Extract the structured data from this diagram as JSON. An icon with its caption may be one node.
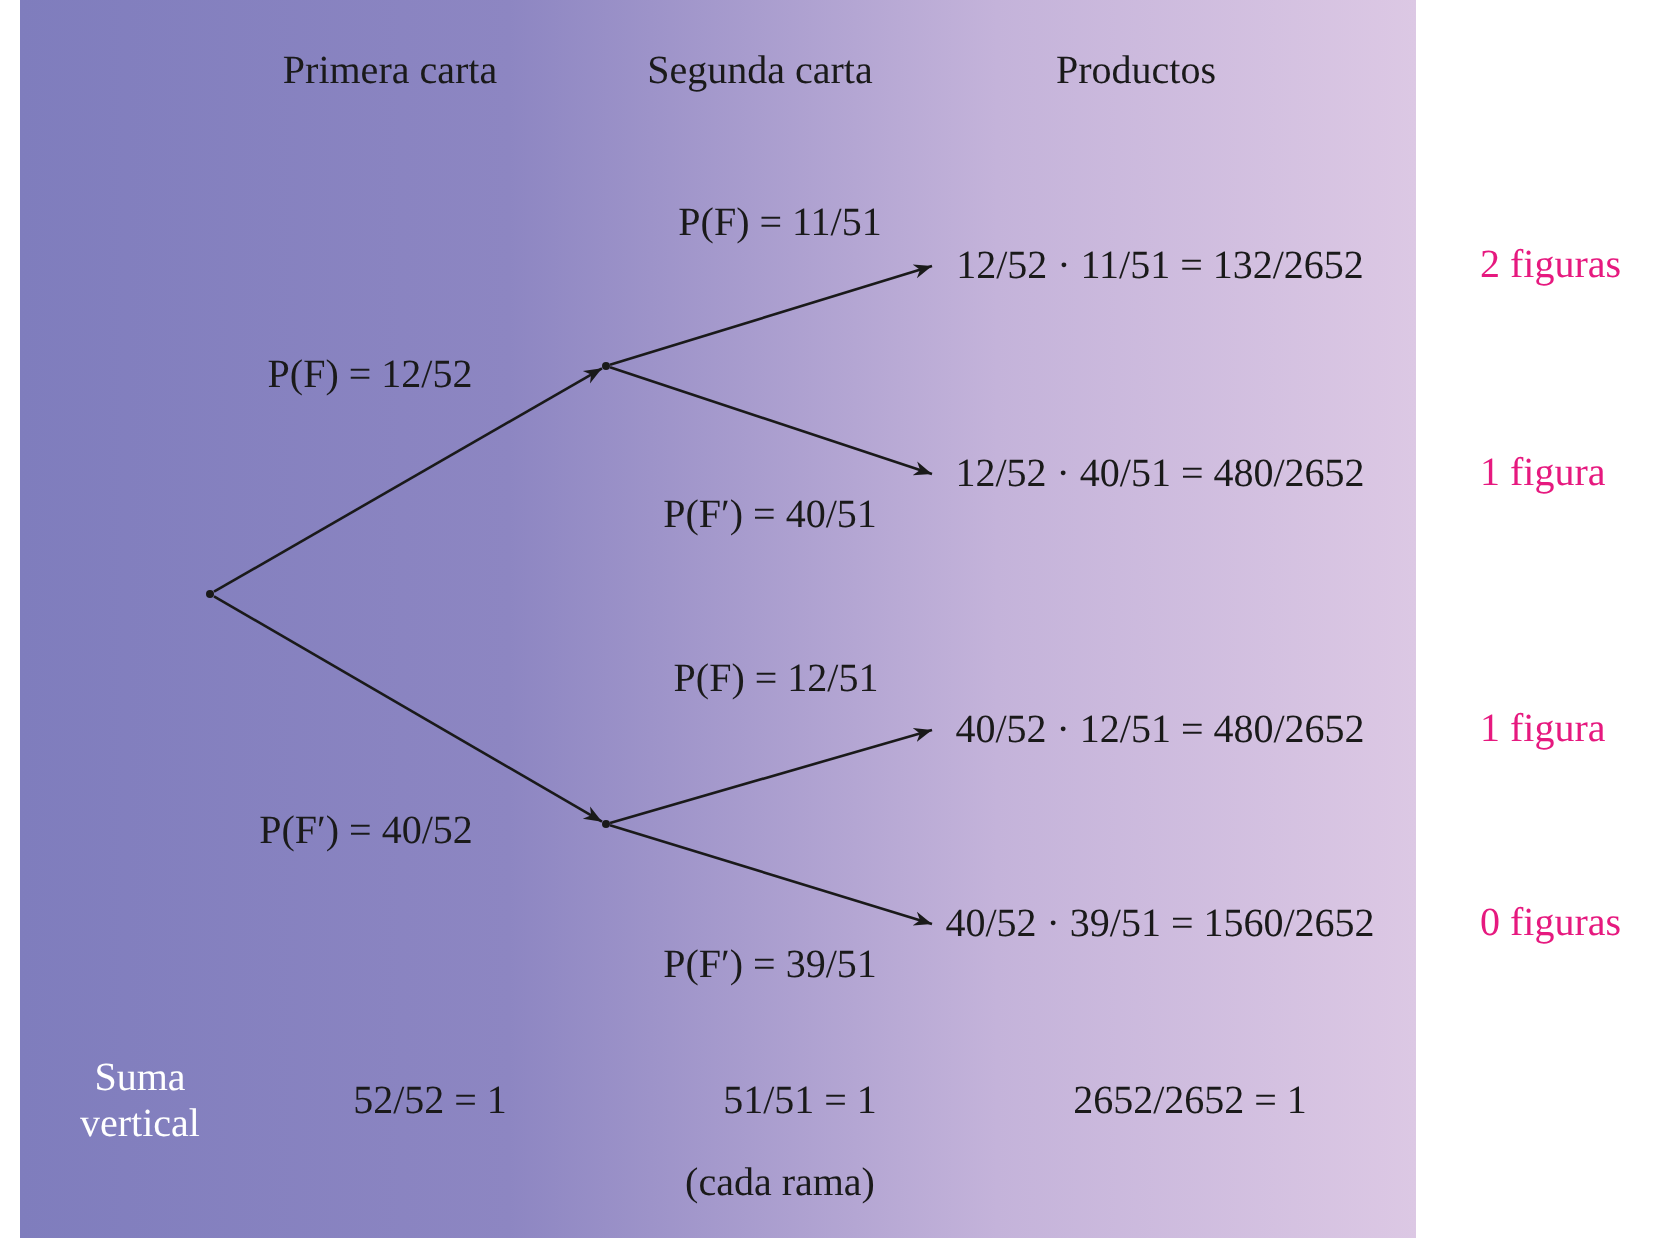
{
  "diagram": {
    "nodes": [
      {
        "text": [],
        "shape": "dot"
      },
      {
        "text": [],
        "shape": "dot"
      },
      {
        "text": [],
        "shape": "dot"
      },
      {
        "text": [
          "12/52 · 11/51 = 132/2652"
        ],
        "beside": [
          "2 figuras"
        ]
      },
      {
        "text": [
          "12/52 · 40/51 = 480/2652"
        ],
        "beside": [
          "1 figura"
        ]
      },
      {
        "text": [
          "40/52 · 12/51 = 480/2652"
        ],
        "beside": [
          "1 figura"
        ]
      },
      {
        "text": [
          "40/52 · 39/51 = 1560/2652"
        ],
        "beside": [
          "0 figuras"
        ]
      }
    ],
    "edges": [
      {
        "from": 0,
        "to": 1,
        "arrow": "to",
        "label": "P(F) = 12/52"
      },
      {
        "from": 0,
        "to": 2,
        "arrow": "to",
        "label": "P(F′) = 40/52"
      },
      {
        "from": 1,
        "to": 3,
        "arrow": "to",
        "label": "P(F) = 11/51"
      },
      {
        "from": 1,
        "to": 4,
        "arrow": "to",
        "label": "P(F′) = 40/51"
      },
      {
        "from": 2,
        "to": 5,
        "arrow": "to",
        "label": "P(F) = 12/51"
      },
      {
        "from": 2,
        "to": 6,
        "arrow": "to",
        "label": "P(F′) = 39/51"
      }
    ],
    "labels": [
      "Primera carta",
      "Segunda carta",
      "Productos",
      "Suma vertical",
      "52/52 = 1",
      "51/51 = 1",
      "2652/2652 = 1",
      "(cada rama)"
    ]
  }
}
